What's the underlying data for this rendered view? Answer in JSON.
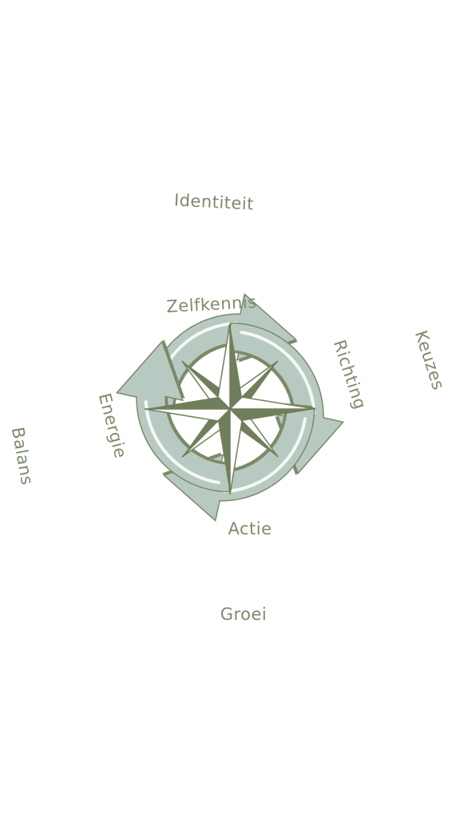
{
  "colors": {
    "arrow_fill": "#b8c9c1",
    "arrow_edge": "#7b8a68",
    "highlight": "#f4f8f6",
    "compass_dark": "#6f7f5b",
    "compass_light": "#ffffff",
    "label": "#7d8c6c"
  },
  "labels": {
    "identiteit": "Identiteit",
    "zelfkennis": "Zelfkennis",
    "keuzes": "Keuzes",
    "richting": "Richting",
    "actie": "Actie",
    "groei": "Groei",
    "balans": "Balans",
    "energie": "Energie"
  },
  "icons": {
    "center": "compass-rose-icon"
  }
}
